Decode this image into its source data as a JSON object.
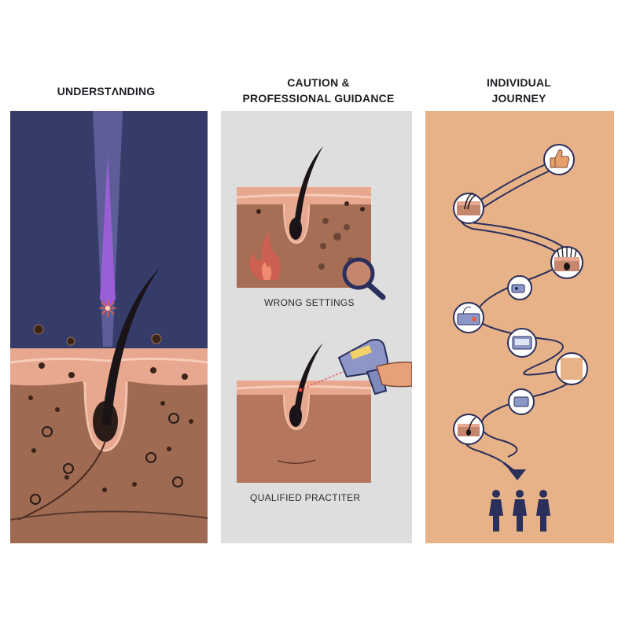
{
  "titles": {
    "understanding": "UNDERSTΛNDING",
    "caution_line1": "CAUTION &",
    "caution_line2": "PROFESSIONAL GUIDANCE",
    "journey_line1": "INDIVIDUAL",
    "journey_line2": "JOURNEY"
  },
  "captions": {
    "wrong_settings": "WRONG SETTINGS",
    "qualified": "QUALIFIED PRACTITER"
  },
  "colors": {
    "understanding_bg": "#363c6a",
    "caution_bg": "#dedede",
    "journey_bg": "#e8b288",
    "skin_top": "#e8a890",
    "dermis": "#9e6a52",
    "hair": "#1a1418",
    "laser": "#9a5fd6",
    "accent_navy": "#2a2f5c"
  },
  "icons": [
    "thumbs-up-icon",
    "hair-follicle-icon",
    "hair-growth-icon",
    "laser-handpiece-icon",
    "laser-device-icon",
    "monitor-device-icon",
    "skin-patch-icon",
    "compact-device-icon",
    "single-hair-icon",
    "people-group-icon",
    "magnifier-icon",
    "flame-icon",
    "laser-gun-icon"
  ]
}
